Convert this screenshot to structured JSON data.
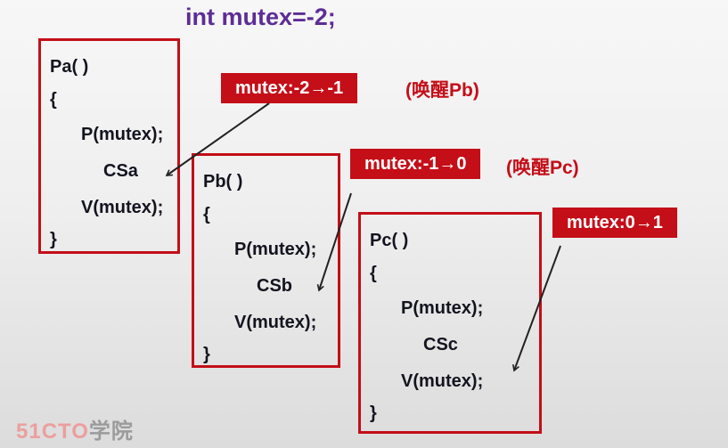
{
  "title": "int mutex=-2;",
  "processes": [
    {
      "name": "Pa( )",
      "brace_open": "{",
      "line_p": "P(mutex);",
      "line_cs": "CSa",
      "line_v": "V(mutex);",
      "brace_close": "}"
    },
    {
      "name": "Pb( )",
      "brace_open": "{",
      "line_p": "P(mutex);",
      "line_cs": "CSb",
      "line_v": "V(mutex);",
      "brace_close": "}"
    },
    {
      "name": "Pc( )",
      "brace_open": "{",
      "line_p": "P(mutex);",
      "line_cs": "CSc",
      "line_v": "V(mutex);",
      "brace_close": "}"
    }
  ],
  "annotations": [
    {
      "badge": "mutex:-2→-1",
      "note": "(唤醒Pb)"
    },
    {
      "badge": "mutex:-1→0",
      "note": "(唤醒Pc)"
    },
    {
      "badge": "mutex:0→1",
      "note": ""
    }
  ],
  "watermark": {
    "brand": "51CTO",
    "suffix": "学院"
  },
  "colors": {
    "accent_red": "#C40E18",
    "title_purple": "#5D2D96",
    "cs_blue": "#15437F",
    "code_text": "#141420",
    "badge_text": "#FFFFFF"
  }
}
